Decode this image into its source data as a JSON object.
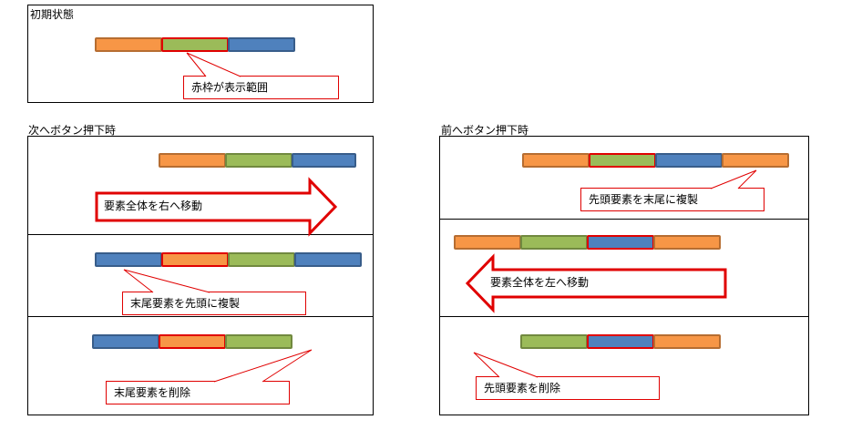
{
  "initial": {
    "title": "初期状態",
    "callout": "赤枠が表示範囲"
  },
  "next": {
    "title": "次へボタン押下時",
    "step1_arrow": "要素全体を右へ移動",
    "step2_callout": "末尾要素を先頭に複製",
    "step3_callout": "末尾要素を削除"
  },
  "prev": {
    "title": "前へボタン押下時",
    "step1_callout": "先頭要素を末尾に複製",
    "step2_arrow": "要素全体を左へ移動",
    "step3_callout": "先頭要素を削除"
  },
  "colors": {
    "orange": "#f79646",
    "green": "#9bbb59",
    "blue": "#4f81bd",
    "highlight": "#e00000"
  }
}
